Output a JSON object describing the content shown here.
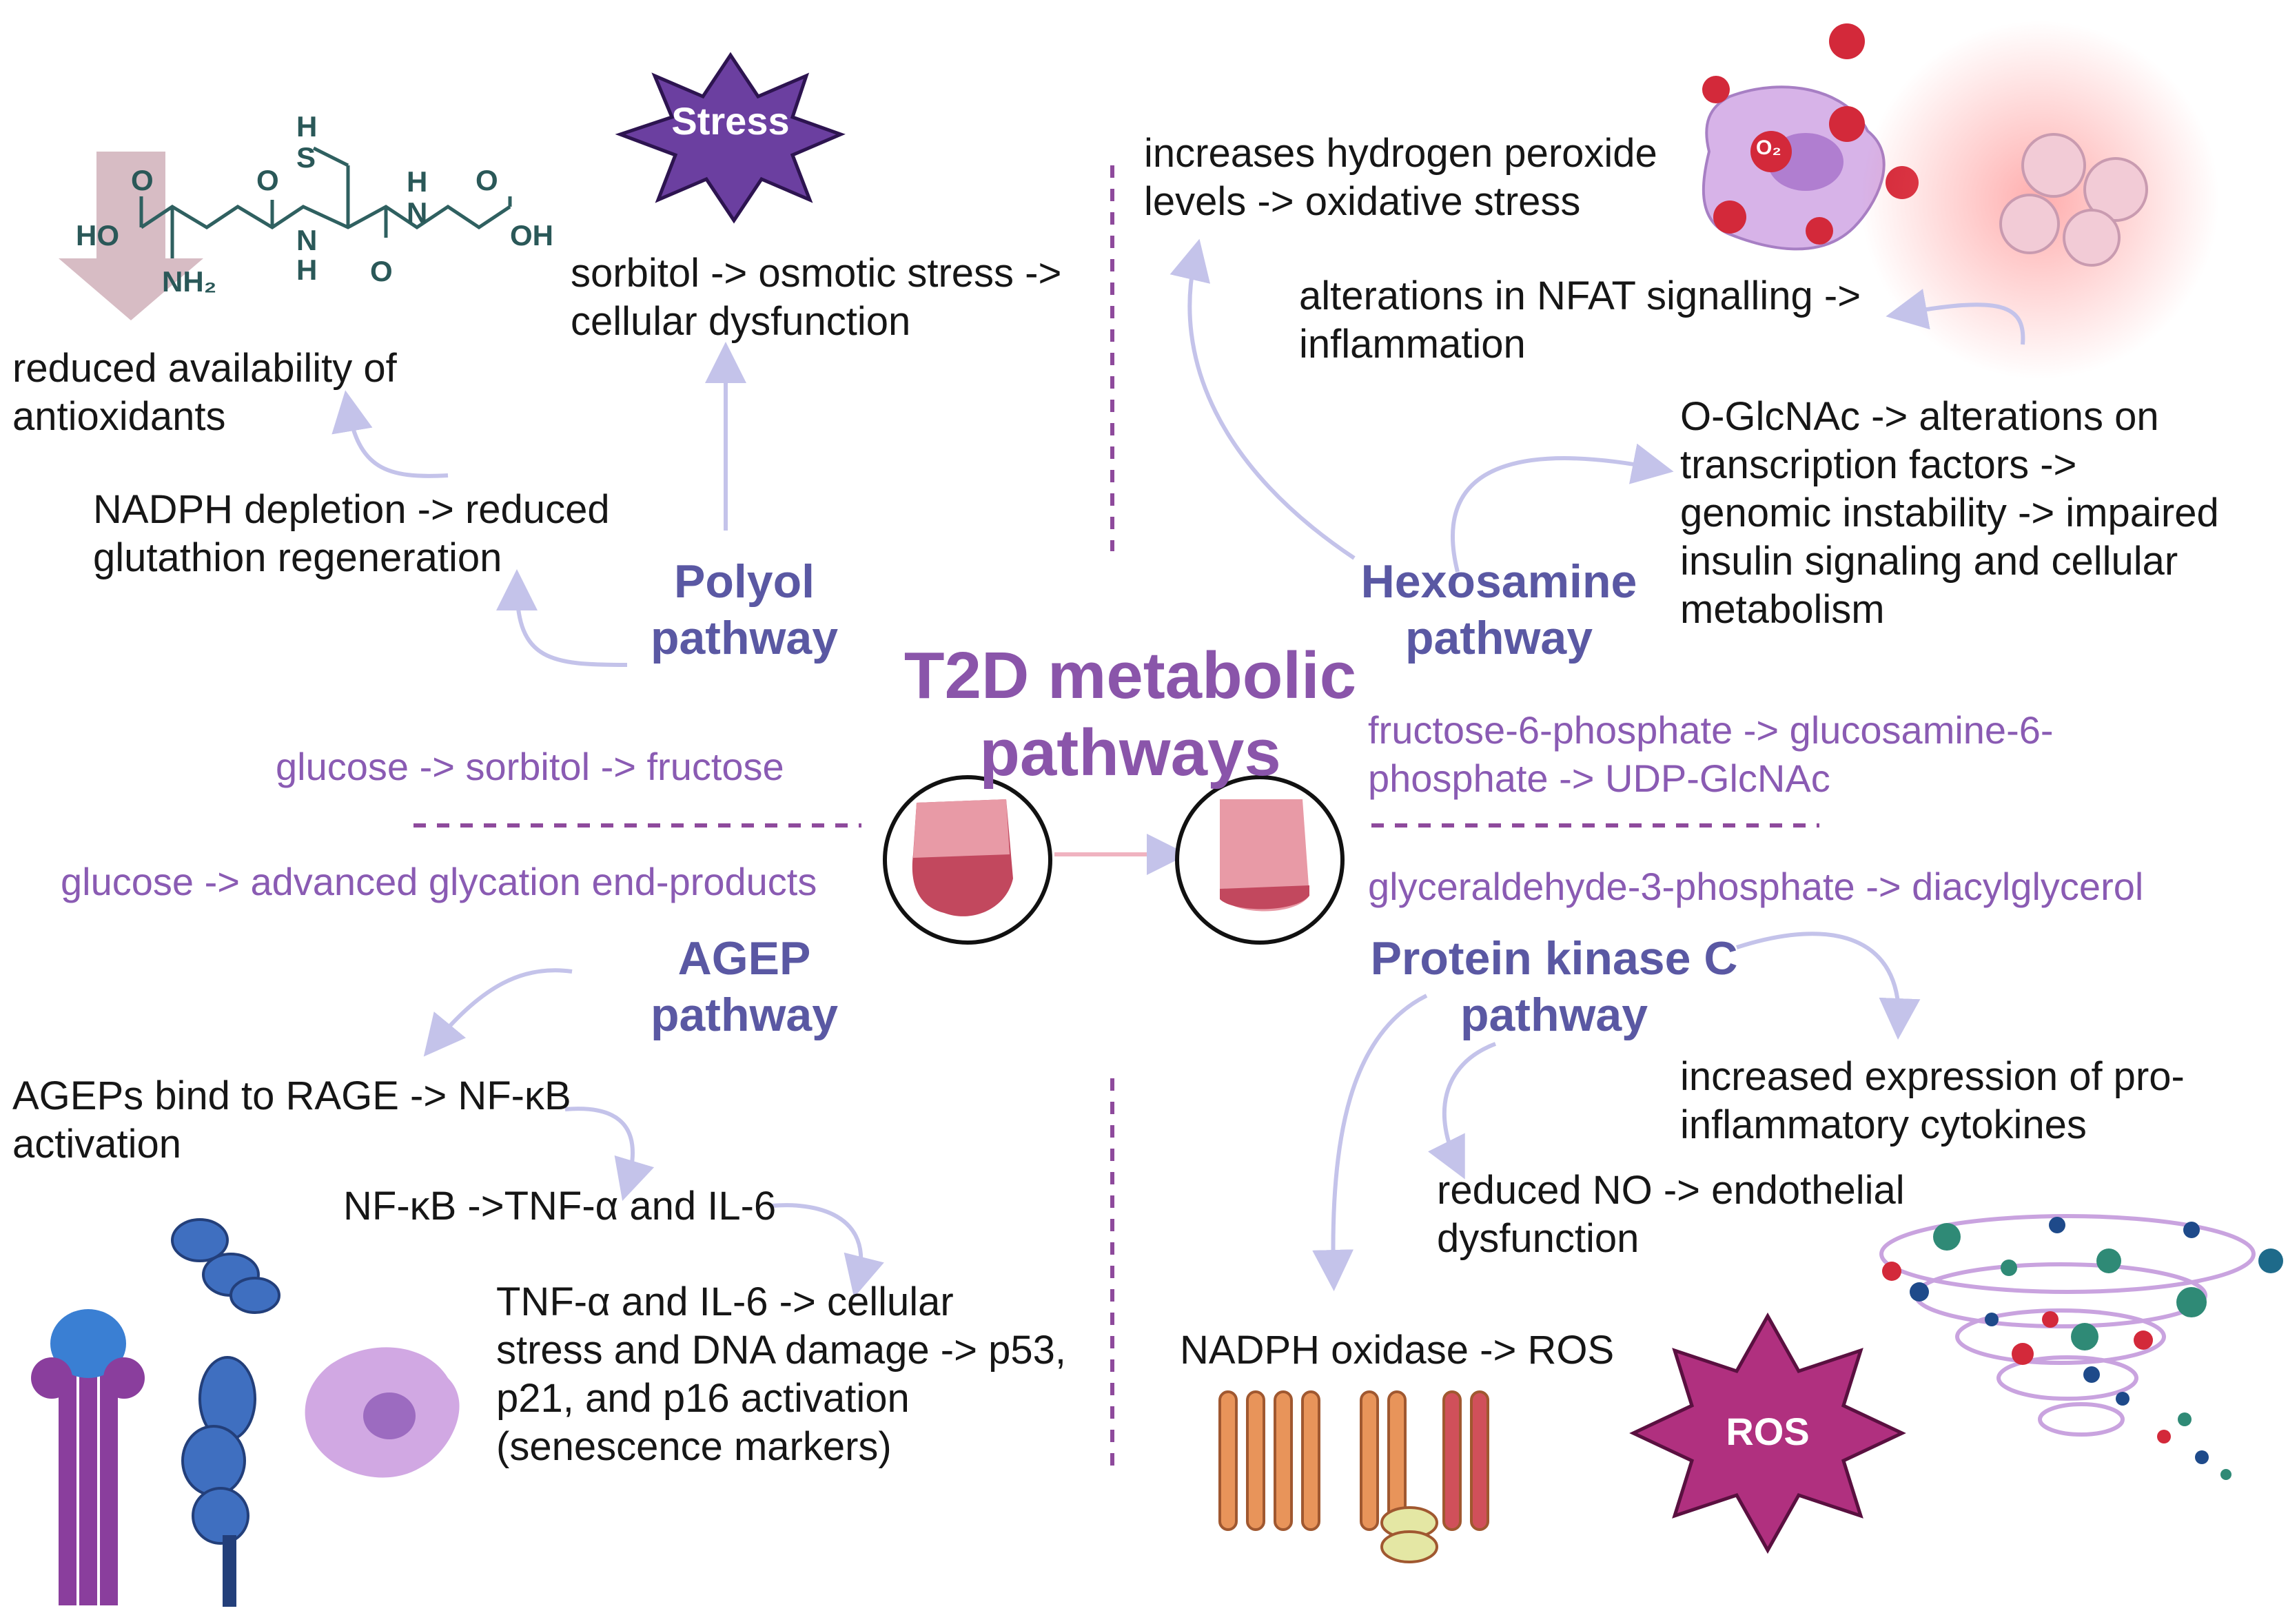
{
  "title": {
    "line1": "T2D metabolic",
    "line2": "pathways"
  },
  "pathways": {
    "polyol": {
      "line1": "Polyol",
      "line2": "pathway"
    },
    "hexosamine": {
      "line1": "Hexosamine",
      "line2": "pathway"
    },
    "agep": {
      "line1": "AGEP",
      "line2": "pathway"
    },
    "pkc": {
      "line1": "Protein kinase C",
      "line2": "pathway"
    }
  },
  "sequences": {
    "polyol": "glucose -> sorbitol -> fructose",
    "agep": "glucose -> advanced glycation end-products",
    "hexosamine_l1": "fructose-6-phosphate -> glucosamine-6-",
    "hexosamine_l2": "phosphate -> UDP-GlcNAc",
    "pkc": "glyceraldehyde-3-phosphate -> diacylglycerol"
  },
  "effects": {
    "antioxidants": [
      "reduced availability of",
      "antioxidants"
    ],
    "sorbitol": [
      "sorbitol -> osmotic stress ->",
      "cellular dysfunction"
    ],
    "nadph": [
      "NADPH depletion -> reduced",
      "glutathion regeneration"
    ],
    "h2o2": [
      "increases hydrogen peroxide",
      "levels -> oxidative stress"
    ],
    "nfat": [
      "alterations in NFAT signalling ->",
      "inflammation"
    ],
    "oglcnac": [
      "O-GlcNAc -> alterations on",
      "transcription factors ->",
      "genomic instability -> impaired",
      "insulin signaling and cellular",
      "metabolism"
    ],
    "rage": [
      "AGEPs bind to RAGE -> NF-κB",
      "activation"
    ],
    "nfkb": [
      "NF-κB ->TNF-α and IL-6"
    ],
    "tnf": [
      "TNF-α and IL-6 ->  cellular",
      "stress and DNA damage -> p53,",
      "p21, and p16 activation",
      "(senescence markers)"
    ],
    "cytokines": [
      "increased expression of pro-",
      "inflammatory cytokines"
    ],
    "no": [
      "reduced NO -> endothelial",
      "dysfunction"
    ],
    "nox": [
      "NADPH oxidase -> ROS"
    ]
  },
  "icons": {
    "stress_label": "Stress",
    "ros_label": "ROS",
    "glutathione_atoms": [
      "H",
      "S",
      "O",
      "HO",
      "NH₂",
      "O",
      "N",
      "H",
      "H",
      "N",
      "O",
      "O",
      "OH"
    ],
    "o2_label": "O₂"
  },
  "colors": {
    "pathway_label": "#5a58a3",
    "title": "#8a55aa",
    "sequence": "#8a5bb3",
    "arrow": "#c4c3ea",
    "divider": "#8e4a9c",
    "stress_star": "#6b3fa0",
    "ros_star": "#b0307f"
  }
}
